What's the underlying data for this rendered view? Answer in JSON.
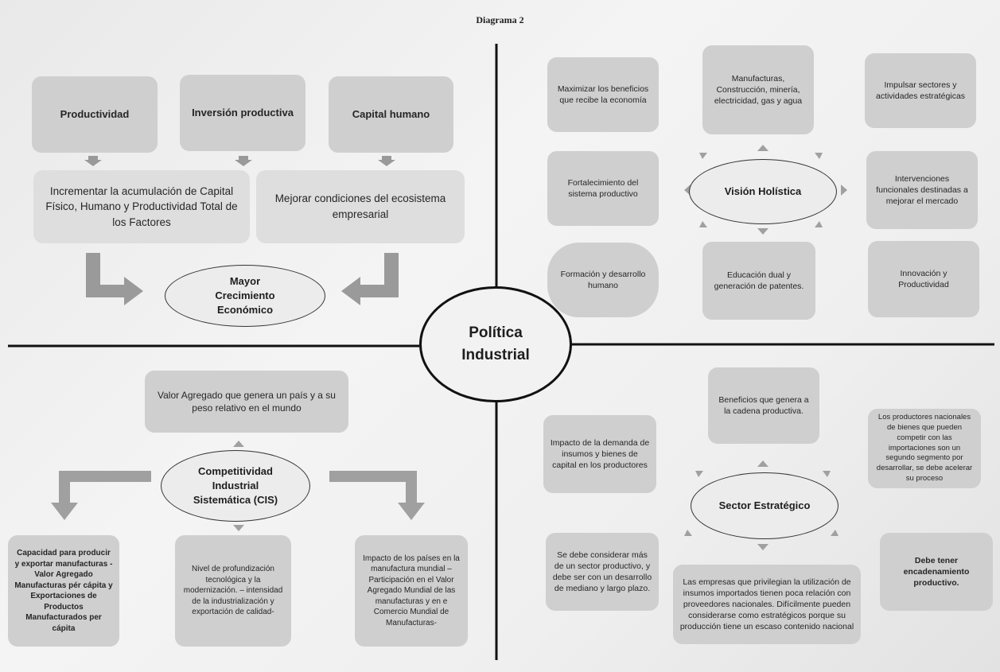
{
  "title": "Diagrama 2",
  "center": {
    "line1": "Política",
    "line2": "Industrial"
  },
  "q1": {
    "productividad": "Productividad",
    "inversion": "Inversión productiva",
    "capital": "Capital humano",
    "acumulacion": "Incrementar la acumulación de Capital Físico, Humano y Productividad Total de los Factores",
    "ecosistema": "Mejorar condiciones del ecosistema empresarial",
    "crecimiento": {
      "line1": "Mayor",
      "line2": "Crecimiento",
      "line3": "Económico"
    }
  },
  "q2": {
    "maximizar": "Maximizar los beneficios que recibe la economía",
    "manufacturas": "Manufacturas, Construcción, minería, electricidad, gas y agua",
    "impulsar": "Impulsar sectores y actividades estratégicas",
    "fortalecimiento": "Fortalecimiento del sistema productivo",
    "vision": "Visión Holística",
    "intervenciones": "Intervenciones funcionales destinadas a mejorar el mercado",
    "formacion": "Formación y desarrollo humano",
    "educacion": "Educación dual y generación de patentes.",
    "innovacion": "Innovación y Productividad"
  },
  "q3": {
    "valor": "Valor Agregado que genera un país y a su peso relativo en el mundo",
    "cis": {
      "line1": "Competitividad",
      "line2": "Industrial",
      "line3": "Sistemática (CIS)"
    },
    "capacidad": "Capacidad para producir y exportar manufacturas - Valor Agregado Manufacturas pér cápita y Exportaciones de Productos Manufacturados per cápita",
    "nivel": "Nivel de profundización tecnológica y la modernización. – intensidad de la industrialización y exportación de calidad-",
    "impacto": "Impacto de los países en la manufactura mundial – Participación en el Valor Agregado Mundial de las manufacturas y en e Comercio Mundial de Manufacturas-"
  },
  "q4": {
    "beneficios": "Beneficios que genera a la cadena productiva.",
    "productores": "Los productores nacionales de bienes que pueden competir con las importaciones son un segundo segmento por desarrollar, se debe acelerar su proceso",
    "impacto_demanda": "Impacto de la demanda de insumos y bienes de capital en los productores",
    "sector": "Sector Estratégico",
    "considerar": "Se debe considerar más de un sector productivo, y debe ser con un desarrollo de mediano y largo plazo.",
    "empresas": "Las empresas que privilegian la utilización de insumos importados tienen poca relación con proveedores nacionales. Difícilmente pueden considerarse como estratégicos porque su producción tiene un escaso contenido nacional",
    "encadenamiento": "Debe tener encadenamiento productivo."
  }
}
